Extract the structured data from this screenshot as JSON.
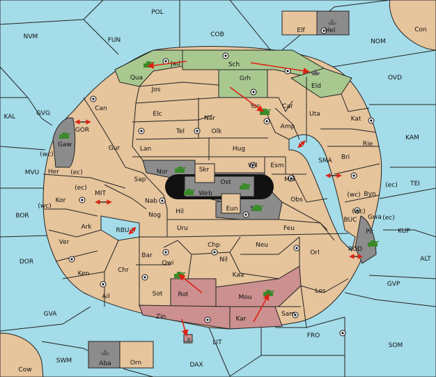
{
  "colors": {
    "sea": "#a4dce9",
    "land": "#e6c49c",
    "green_power": "#a8c890",
    "gray_power": "#8c8c8c",
    "red_power": "#cc9090",
    "black": "#111111",
    "arrow": "#dd2211",
    "unit_green": "#3a8a2a",
    "unit_gray": "#6a6a6a"
  },
  "seas": {
    "pol": "POL",
    "nvm": "NVM",
    "fun": "FUN",
    "cob": "COB",
    "nom": "NOM",
    "ovd": "OVD",
    "kal": "KAL",
    "gvg": "GVG",
    "kam": "KAM",
    "mvu": "MVU",
    "bor": "BOR",
    "tei": "TEI",
    "dor": "DOR",
    "kup": "KUP",
    "alt": "ALT",
    "gvp": "GVP",
    "gva": "GVA",
    "fro": "FRO",
    "som": "SOM",
    "swm": "SWM",
    "lit": "LIT",
    "dax": "DAX",
    "gor": "GOR",
    "mit": "MIT",
    "rbu": "RBU",
    "sma": "SMA",
    "buc": "BUC",
    "rod": "ROD"
  },
  "corner_lands": {
    "con": "Con",
    "cow": "Cow"
  },
  "islands": {
    "elf": "Elf",
    "hel": "Hel",
    "aba": "Aba",
    "orn": "Orn"
  },
  "provinces": {
    "jad": "Jad",
    "sch": "Sch",
    "qua": "Qua",
    "grh": "Grh",
    "eld": "Eld",
    "jos": "Jos",
    "can": "Can",
    "elc": "Elc",
    "nar": "Nar",
    "yor": "Yor",
    "car": "Car",
    "uta": "Uta",
    "kat": "Kat",
    "tel": "Tel",
    "olk": "Olk",
    "amp": "Amp",
    "gaw": "Gaw",
    "gur": "Gur",
    "lan": "Lan",
    "hug": "Hug",
    "rie": "Rie",
    "bri": "Bri",
    "nor": "Nor",
    "skr": "Skr",
    "wil": "Wil",
    "esm": "Esm",
    "her": "Her",
    "sap": "Sap",
    "ost": "Ost",
    "web": "Web",
    "mel": "Mel",
    "kor": "Kor",
    "nab": "Nab",
    "eun": "Eun",
    "obs": "Obs",
    "byn": "Byn",
    "hil": "Hil",
    "sun": "Sun",
    "gwa": "Gwa",
    "ark": "Ark",
    "nog": "Nog",
    "uru": "Uru",
    "feu": "Feu",
    "pir": "Pir",
    "ver": "Ver",
    "chp": "Chp",
    "neu": "Neu",
    "bar": "Bar",
    "orl": "Orl",
    "qwi": "Qwi",
    "nil": "Nil",
    "ken": "Ken",
    "chr": "Chr",
    "kaa": "Kaa",
    "rot": "Rot",
    "los": "Los",
    "ail": "Ail",
    "sot": "Sot",
    "mou": "Mou",
    "zin": "Zin",
    "kar": "Kar",
    "sam": "Sam"
  },
  "coast_notes": {
    "wc1": "(wc)",
    "ec1": "(ec)",
    "ec2": "(ec)",
    "wc2": "(wc)",
    "wc3": "(wc)",
    "ec3": "(ec)",
    "wc4": "(wc)",
    "ec4": "(ec)"
  }
}
